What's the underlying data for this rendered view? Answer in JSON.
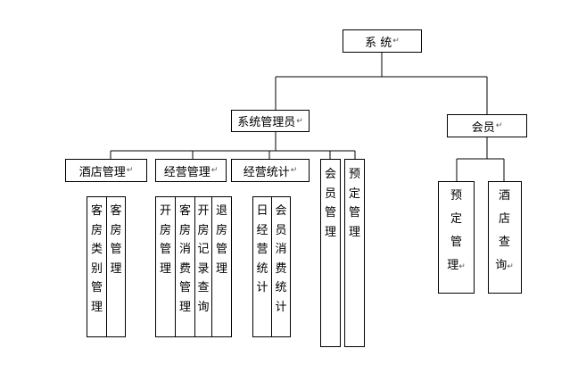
{
  "root": "系 统",
  "level1": {
    "admin": "系统管理员",
    "member": "会员"
  },
  "admin_modules": {
    "hotel": "酒店管理",
    "business": "经营管理",
    "stats": "经营统计",
    "member": "会员管理",
    "booking": "预定管理"
  },
  "hotel_sub": {
    "room_type": "客房类别管理",
    "room": "客房管理"
  },
  "business_sub": {
    "checkin": "开房管理",
    "spend": "客房消费管理",
    "record": "开房记录查询",
    "checkout": "退房管理"
  },
  "stats_sub": {
    "daily": "日经营统计",
    "member_spend": "会员消费统计"
  },
  "member_sub": {
    "booking": "预定管理",
    "hotel_query": "酒店查询"
  },
  "return_mark": "↵"
}
